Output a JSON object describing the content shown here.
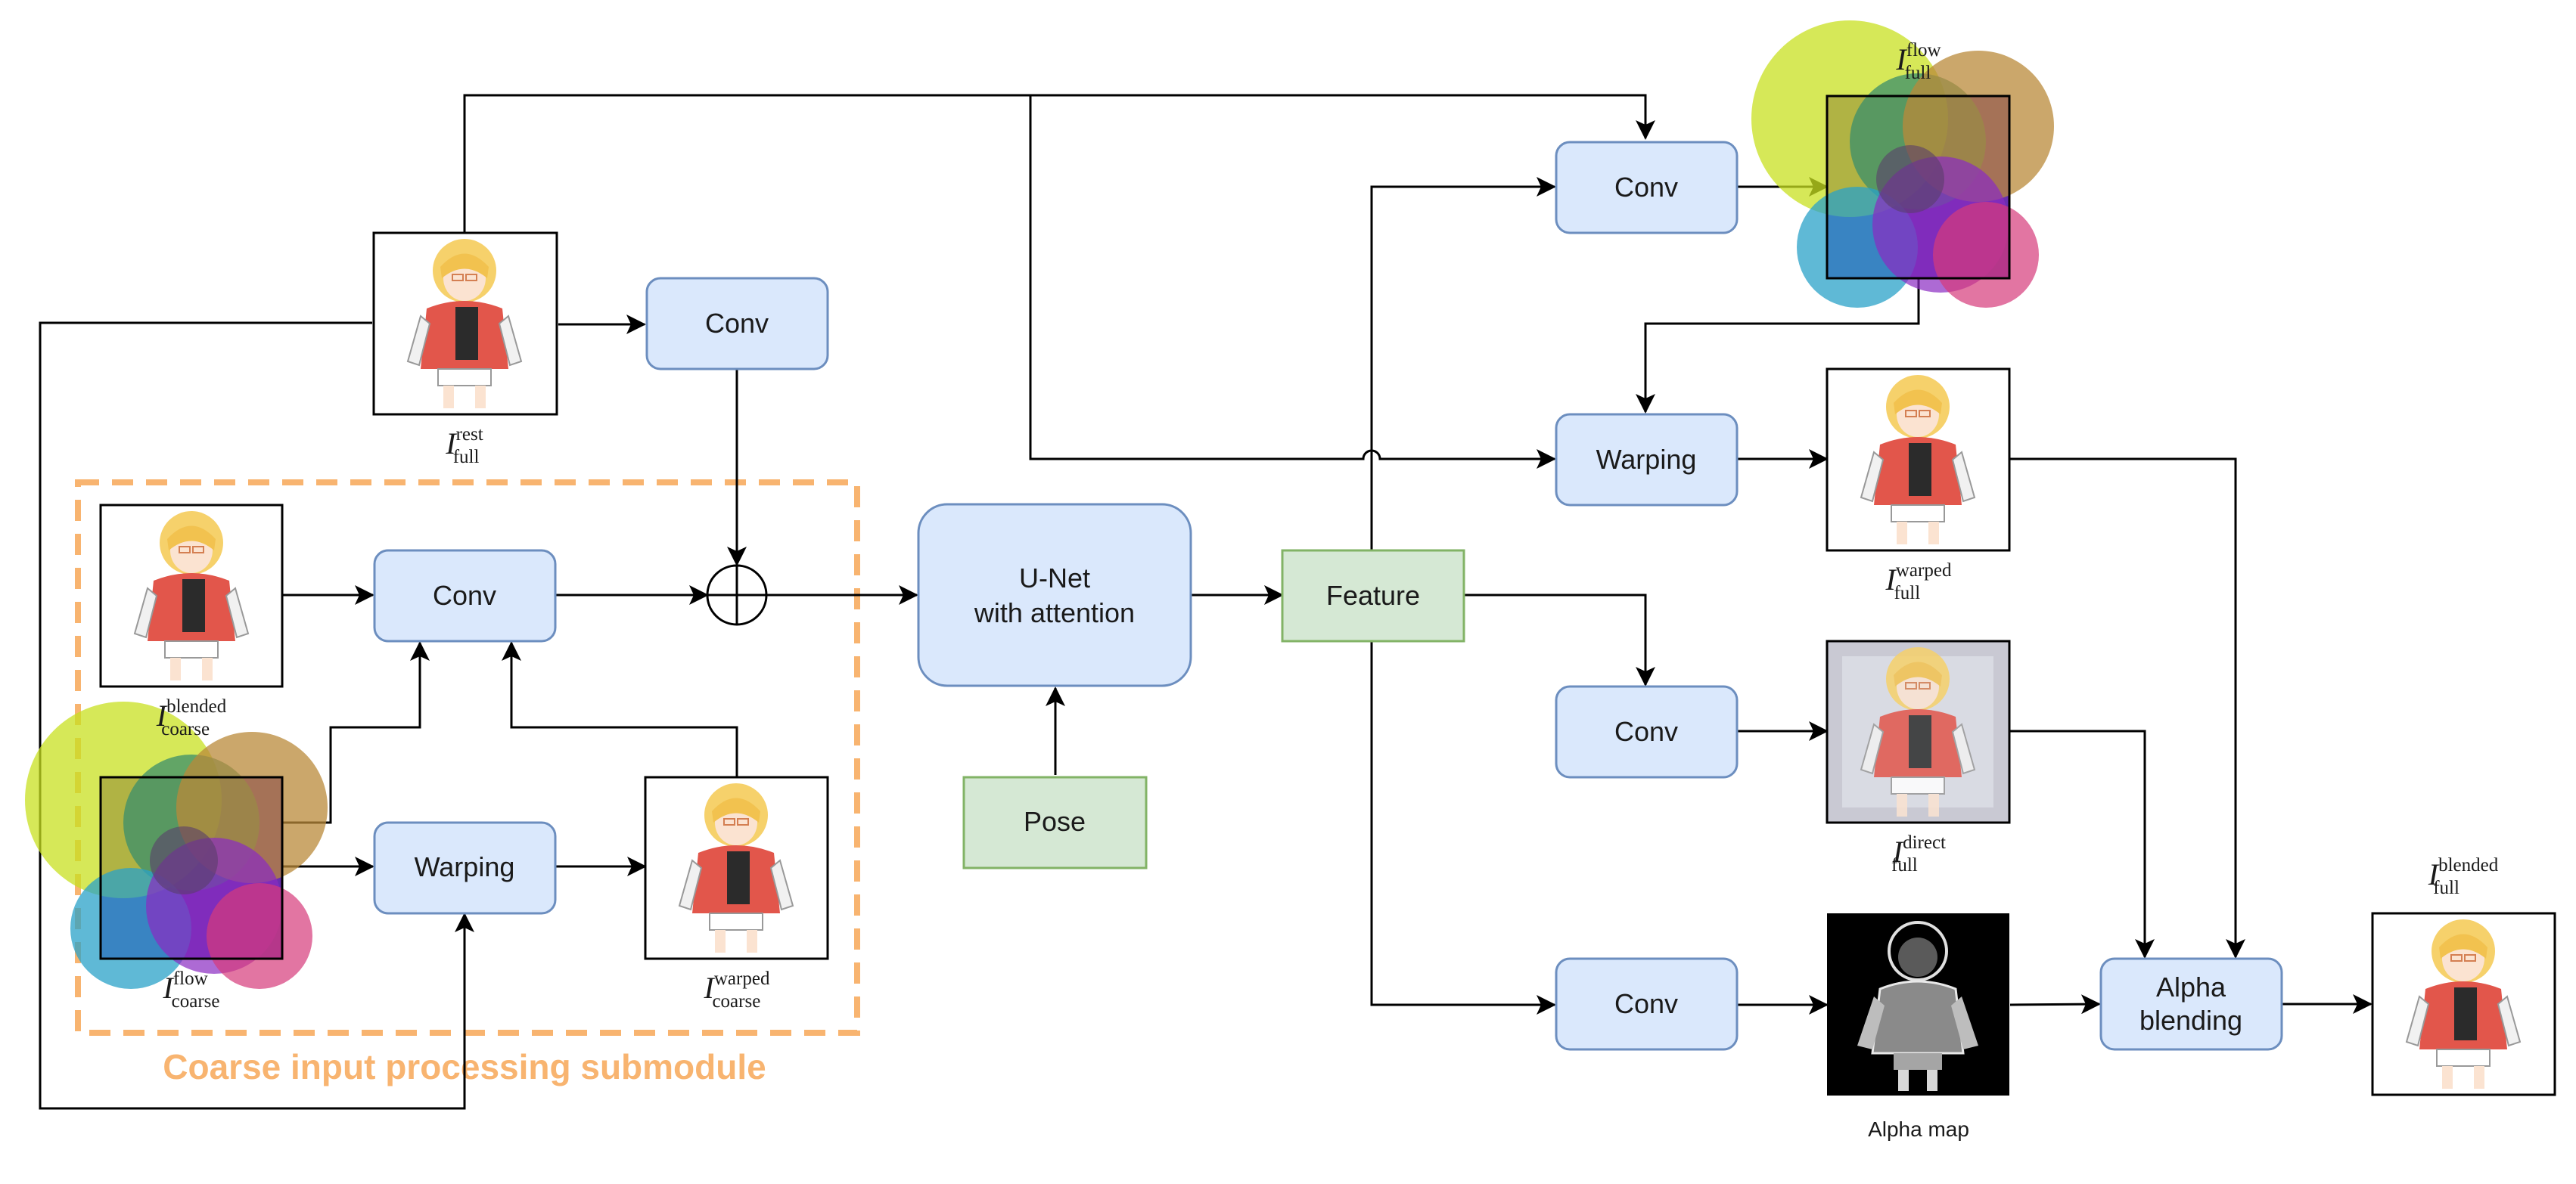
{
  "module_title": "Coarse input processing submodule",
  "boxes": {
    "conv_rest": "Conv",
    "conv_coarse": "Conv",
    "warping_coarse": "Warping",
    "unet_line1": "U-Net",
    "unet_line2": "with attention",
    "pose": "Pose",
    "feature": "Feature",
    "conv_flow_full": "Conv",
    "warping_full": "Warping",
    "conv_direct": "Conv",
    "conv_alpha": "Conv",
    "alpha_line1": "Alpha",
    "alpha_line2": "blending"
  },
  "image_labels": {
    "rest_full": {
      "main": "I",
      "sup": "rest",
      "sub": "full"
    },
    "blended_coarse": {
      "main": "I",
      "sup": "blended",
      "sub": "coarse"
    },
    "flow_coarse": {
      "main": "I",
      "sup": "flow",
      "sub": "coarse"
    },
    "warped_coarse": {
      "main": "I",
      "sup": "warped",
      "sub": "coarse"
    },
    "flow_full": {
      "main": "I",
      "sup": "flow",
      "sub": "full"
    },
    "warped_full": {
      "main": "I",
      "sup": "warped",
      "sub": "full"
    },
    "direct_full": {
      "main": "I",
      "sup": "direct",
      "sub": "full"
    },
    "blended_full": {
      "main": "I",
      "sup": "blended",
      "sub": "full"
    },
    "alpha_map": "Alpha map"
  },
  "colors": {
    "blue_box_fill": "#dae8fc",
    "blue_box_stroke": "#6c8ebf",
    "green_box_fill": "#d5e8d4",
    "green_box_stroke": "#82b366",
    "module_dash": "#f8b470"
  },
  "icons": [
    "character-thumbnail",
    "flow-field-thumbnail",
    "alpha-map-thumbnail",
    "direct-sum-icon"
  ]
}
